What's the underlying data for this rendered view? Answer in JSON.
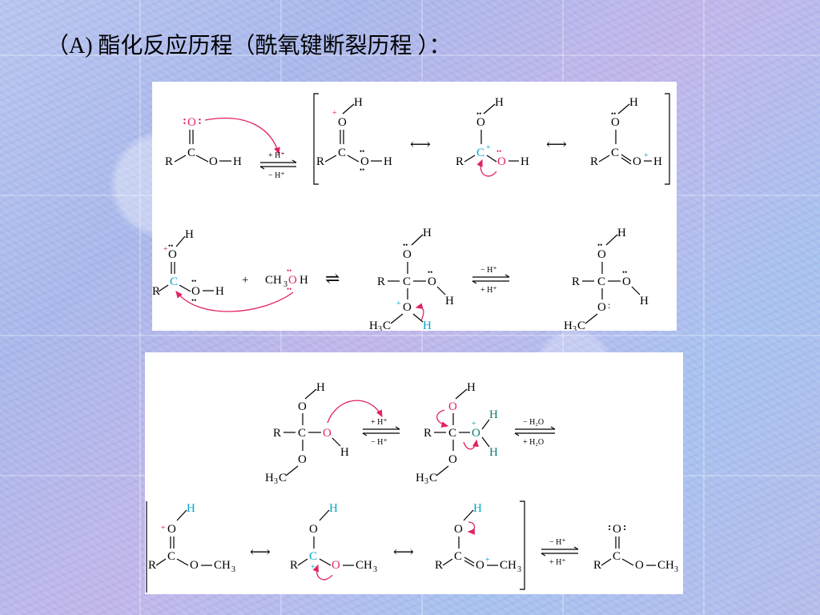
{
  "title": "（A) 酯化反应历程（酰氧键断裂历程 ）：",
  "colors": {
    "red": "#e0245e",
    "cyan": "#00a6c8",
    "teal": "#0b7a6b",
    "black": "#000000"
  },
  "top": {
    "r": "R",
    "c": "C",
    "o": "O",
    "h": "H",
    "pos": "+",
    "lone": ":",
    "dots": "••",
    "plus_h": "+ H⁺",
    "minus_h": "− H⁺",
    "resonance": "⟷",
    "methanol_plus": "+",
    "methanol": "CH",
    "methanol_sub": "3",
    "methanol_o": "O",
    "methanol_h": "H",
    "equil": "⇌",
    "h3c": "H",
    "h3c_sub": "3",
    "h3c_c": "C"
  },
  "bottom": {
    "r": "R",
    "c": "C",
    "o": "O",
    "h": "H",
    "plus_h": "+ H⁺",
    "minus_h": "− H⁺",
    "minus_h2o": "− H₂O",
    "plus_h2o": "+ H₂O",
    "resonance": "⟷",
    "ch3": "CH",
    "ch3_sub": "3",
    "h3c": "H",
    "h3c_sub": "3",
    "h3c_c": "C"
  }
}
